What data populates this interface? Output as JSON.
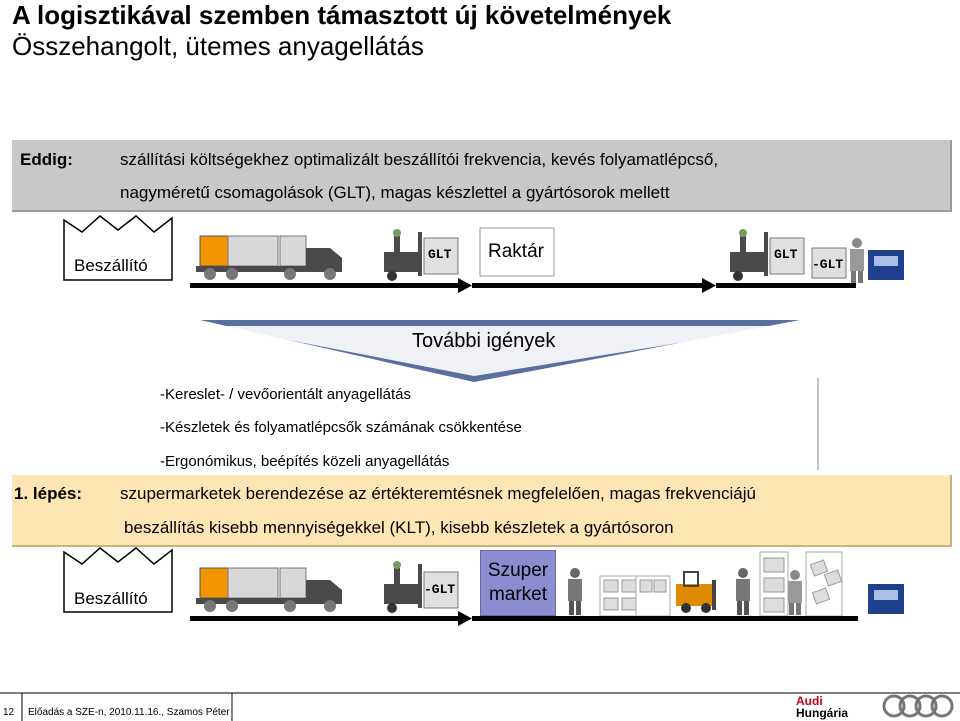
{
  "header": {
    "title": "A logisztikával szemben támasztott új követelmények",
    "subtitle": "Összehangolt, ütemes anyagellátás"
  },
  "eddig": {
    "label": "Eddig:",
    "line1": "szállítási költségekhez optimalizált beszállítói frekvencia, kevés folyamatlépcső,",
    "line2": "nagyméretű csomagolások (GLT), magas készlettel a gyártósorok mellett"
  },
  "flow1": {
    "supplier": "Beszállító",
    "glt1": "GLT",
    "warehouse": "Raktár",
    "glt2": "GLT",
    "glt3": "-GLT"
  },
  "demands": {
    "title": "További igények",
    "items": [
      "-Kereslet- / vevőorientált anyagellátás",
      "-Készletek és folyamatlépcsők számának csökkentése",
      "-Ergonómikus, beépítés közeli anyagellátás"
    ]
  },
  "step1": {
    "label": "1. lépés:",
    "line1": "szupermarketek berendezése az értékteremtésnek megfelelően, magas frekvenciájú",
    "line2": "beszállítás kisebb mennyiségekkel (KLT), kisebb készletek a gyártósoron"
  },
  "flow2": {
    "supplier": "Beszállító",
    "glt": "-GLT",
    "supermarket_line1": "Szuper",
    "supermarket_line2": "market"
  },
  "footer": {
    "page_number": "12",
    "text": "Előadás a SZE-n, 2010.11.16., Szamos Péter",
    "logo_line1": "Audi",
    "logo_line2": "Hungária"
  },
  "colors": {
    "panel_gray": "#c8c8c8",
    "panel_orange": "#fde6b3",
    "triangle_blue": "#5a6fa0",
    "truck_orange": "#f29400",
    "truck_dark": "#4a4a4a",
    "supermarket_blue": "#8c8cd0",
    "car_blue": "#1f3f8f",
    "forklift_orange": "#e08a00"
  }
}
